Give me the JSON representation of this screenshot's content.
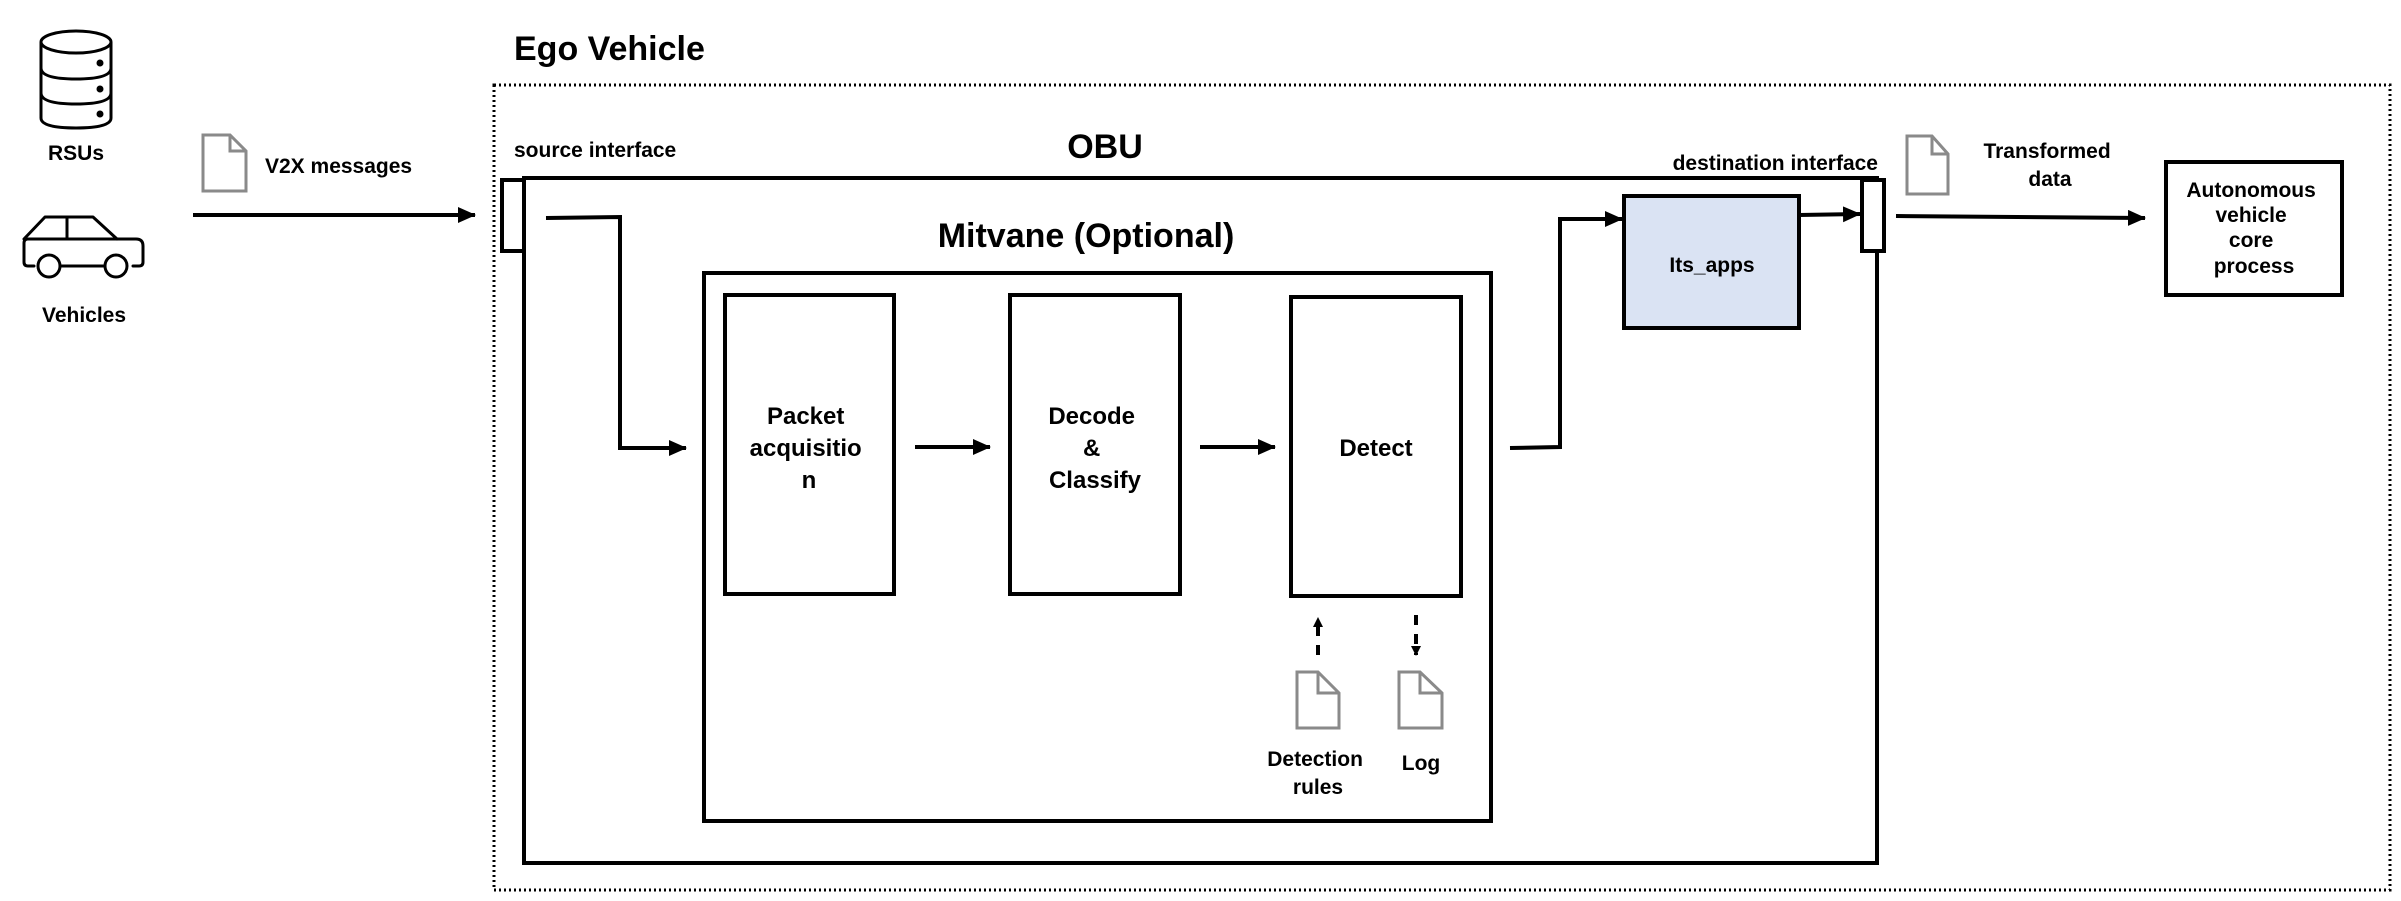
{
  "sources": {
    "rsus_label": "RSUs",
    "rsus_icon": "database-server-icon",
    "vehicles_label": "Vehicles",
    "vehicles_icon": "car-icon"
  },
  "input_message": {
    "label": "V2X messages",
    "icon": "document-icon"
  },
  "ego_vehicle": {
    "title": "Ego Vehicle",
    "obu": {
      "title": "OBU",
      "source_interface_label": "source interface",
      "destination_interface_label": "destination interface",
      "mitvane": {
        "title": "Mitvane (Optional)",
        "stages": [
          {
            "lines": [
              "Packet",
              "acquisitio",
              "n"
            ]
          },
          {
            "lines": [
              "Decode",
              "&",
              "Classify"
            ]
          },
          {
            "lines": [
              "Detect"
            ]
          }
        ],
        "detection_rules": {
          "lines": [
            "Detection",
            "rules"
          ],
          "icon": "document-icon"
        },
        "log": {
          "label": "Log",
          "icon": "document-icon"
        }
      },
      "its_apps": {
        "label": "Its_apps",
        "fill": "#dae3f3"
      }
    }
  },
  "output_message": {
    "lines": [
      "Transformed",
      "data"
    ],
    "icon": "document-icon"
  },
  "target": {
    "lines": [
      "Autonomous",
      "vehicle",
      "core",
      "process"
    ]
  }
}
